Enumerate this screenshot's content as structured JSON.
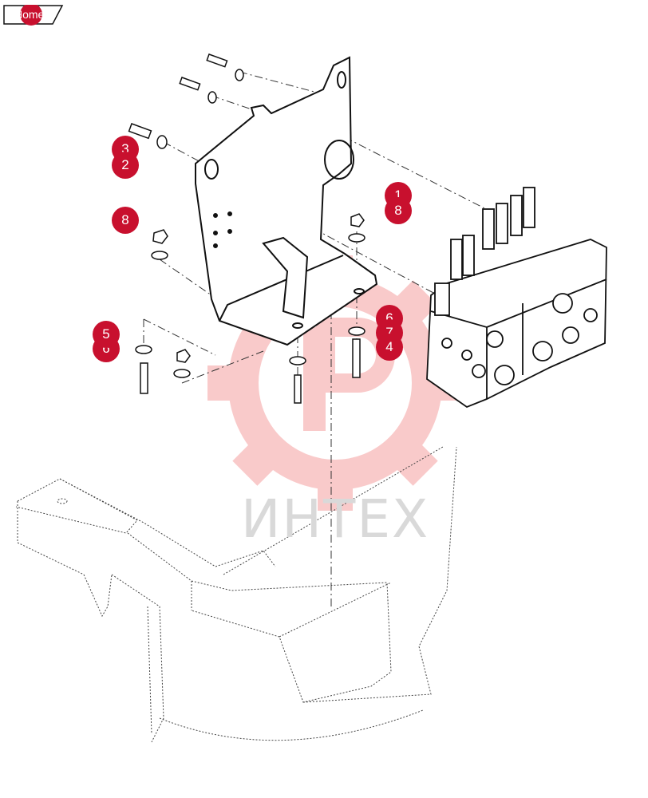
{
  "nav": {
    "home_label": "Home"
  },
  "watermark": {
    "text": "ИНТЕХ",
    "color": "#f5b5b5"
  },
  "callouts": {
    "c1": "3",
    "c2": "2",
    "c3": "1",
    "c4": "8",
    "c5": "8",
    "c6": "5",
    "c7": "6",
    "c8": "6",
    "c9": "7",
    "c10": "4"
  },
  "colors": {
    "accent": "#c8102e"
  }
}
